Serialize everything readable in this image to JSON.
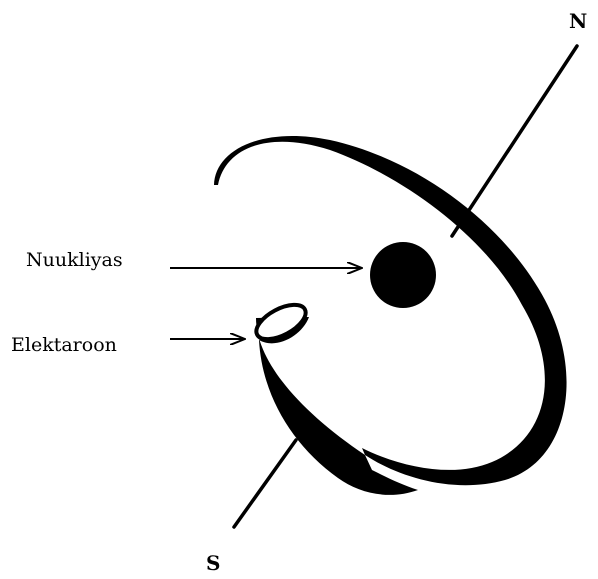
{
  "labels": {
    "north_pole": "N",
    "south_pole": "S",
    "nucleus": "Nuukliyas",
    "electron": "Elektaroon"
  },
  "colors": {
    "ink": "#000000",
    "background": "#ffffff"
  }
}
